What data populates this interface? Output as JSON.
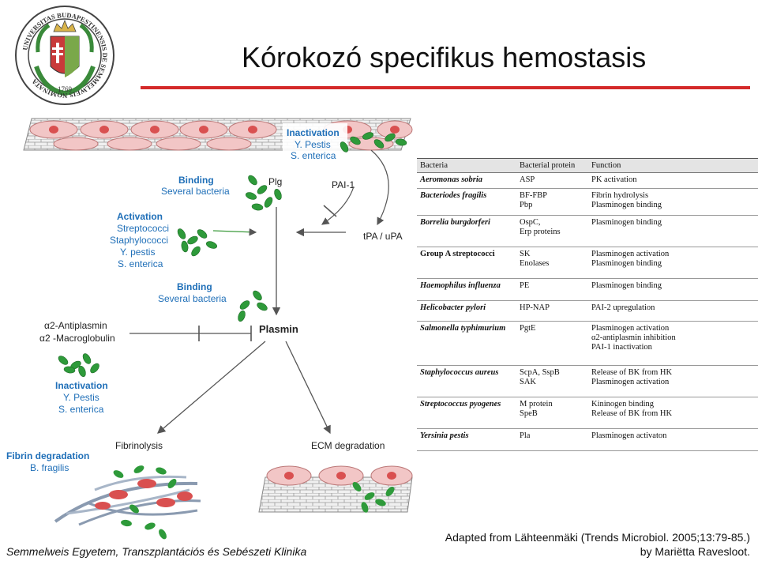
{
  "seal": {
    "text": "UNIVERSITAS BUDAPESTINENSIS DE SEMMELWEIS NOMINATA",
    "year": "1769"
  },
  "title": "Kórokozó specifikus hemostasis",
  "diagram": {
    "inactivation_top": [
      "Inactivation",
      "Y. Pestis",
      "S. enterica"
    ],
    "binding_top": [
      "Binding",
      "Several bacteria"
    ],
    "plg": "Plg",
    "pai1": "PAI-1",
    "activation": [
      "Activation",
      "Streptococci",
      "Staphylococci",
      "Y. pestis",
      "S. enterica"
    ],
    "tpa": "tPA / uPA",
    "binding_mid": [
      "Binding",
      "Several bacteria"
    ],
    "antiplasmin": [
      "α2-Antiplasmin",
      "α2 -Macroglobulin"
    ],
    "plasmin": "Plasmin",
    "inactivation_left": [
      "Inactivation",
      "Y. Pestis",
      "S. enterica"
    ],
    "fibrinolysis": "Fibrinolysis",
    "ecm": "ECM degradation",
    "fibrin_deg": [
      "Fibrin degradation",
      "B. fragilis"
    ]
  },
  "table": {
    "headers": [
      "Bacteria",
      "Bacterial protein",
      "Function"
    ],
    "rows": [
      {
        "bacteria": "Aeromonas sobria",
        "protein": [
          "ASP"
        ],
        "function": [
          "PK activation"
        ],
        "italic": true
      },
      {
        "bacteria": "Bacteriodes fragilis",
        "protein": [
          "BF-FBP",
          "Pbp"
        ],
        "function": [
          "Fibrin hydrolysis",
          "Plasminogen binding"
        ],
        "italic": true
      },
      {
        "bacteria": "Borrelia burgdorferi",
        "protein": [
          "OspC,",
          "Erp proteins"
        ],
        "function": [
          "Plasminogen binding"
        ],
        "italic": true
      },
      {
        "bacteria": "Group A streptococci",
        "protein": [
          "SK",
          "Enolases"
        ],
        "function": [
          "Plasminogen activation",
          "Plasminogen binding"
        ],
        "italic": false
      },
      {
        "bacteria": "Haemophilus influenza",
        "protein": [
          "PE"
        ],
        "function": [
          "Plasminogen binding"
        ],
        "italic": true
      },
      {
        "bacteria": "Helicobacter pylori",
        "protein": [
          "HP-NAP"
        ],
        "function": [
          "PAI-2 upregulation"
        ],
        "italic": true
      },
      {
        "bacteria": "Salmonella typhimurium",
        "protein": [
          "PgtE"
        ],
        "function": [
          "Plasminogen activation",
          "α2-antiplasmin inhibition",
          "PAI-1 inactivation"
        ],
        "italic": true
      },
      {
        "bacteria": "Staphylococcus aureus",
        "protein": [
          "ScpA, SspB",
          "SAK"
        ],
        "function": [
          "Release of BK from HK",
          "Plasminogen activation"
        ],
        "italic": true
      },
      {
        "bacteria": "Streptococcus pyogenes",
        "protein": [
          "M protein",
          "SpeB"
        ],
        "function": [
          "Kininogen binding",
          "Release of BK from HK"
        ],
        "italic": true
      },
      {
        "bacteria": "Yersinia pestis",
        "protein": [
          "Pla"
        ],
        "function": [
          "Plasminogen activaton"
        ],
        "italic": true
      }
    ]
  },
  "citation": "Adapted from Lähteenmäki (Trends Microbiol. 2005;13:79-85.)",
  "author": "by  Mariëtta Ravesloot.",
  "footer": "Semmelweis Egyetem, Transzplantációs és Sebészeti Klinika",
  "colors": {
    "accent_red": "#d42a2a",
    "label_blue": "#1f6fb8",
    "bacteria_green": "#2e9a3a",
    "cell_pink": "#f2c6c6",
    "nucleus_red": "#d95050"
  }
}
